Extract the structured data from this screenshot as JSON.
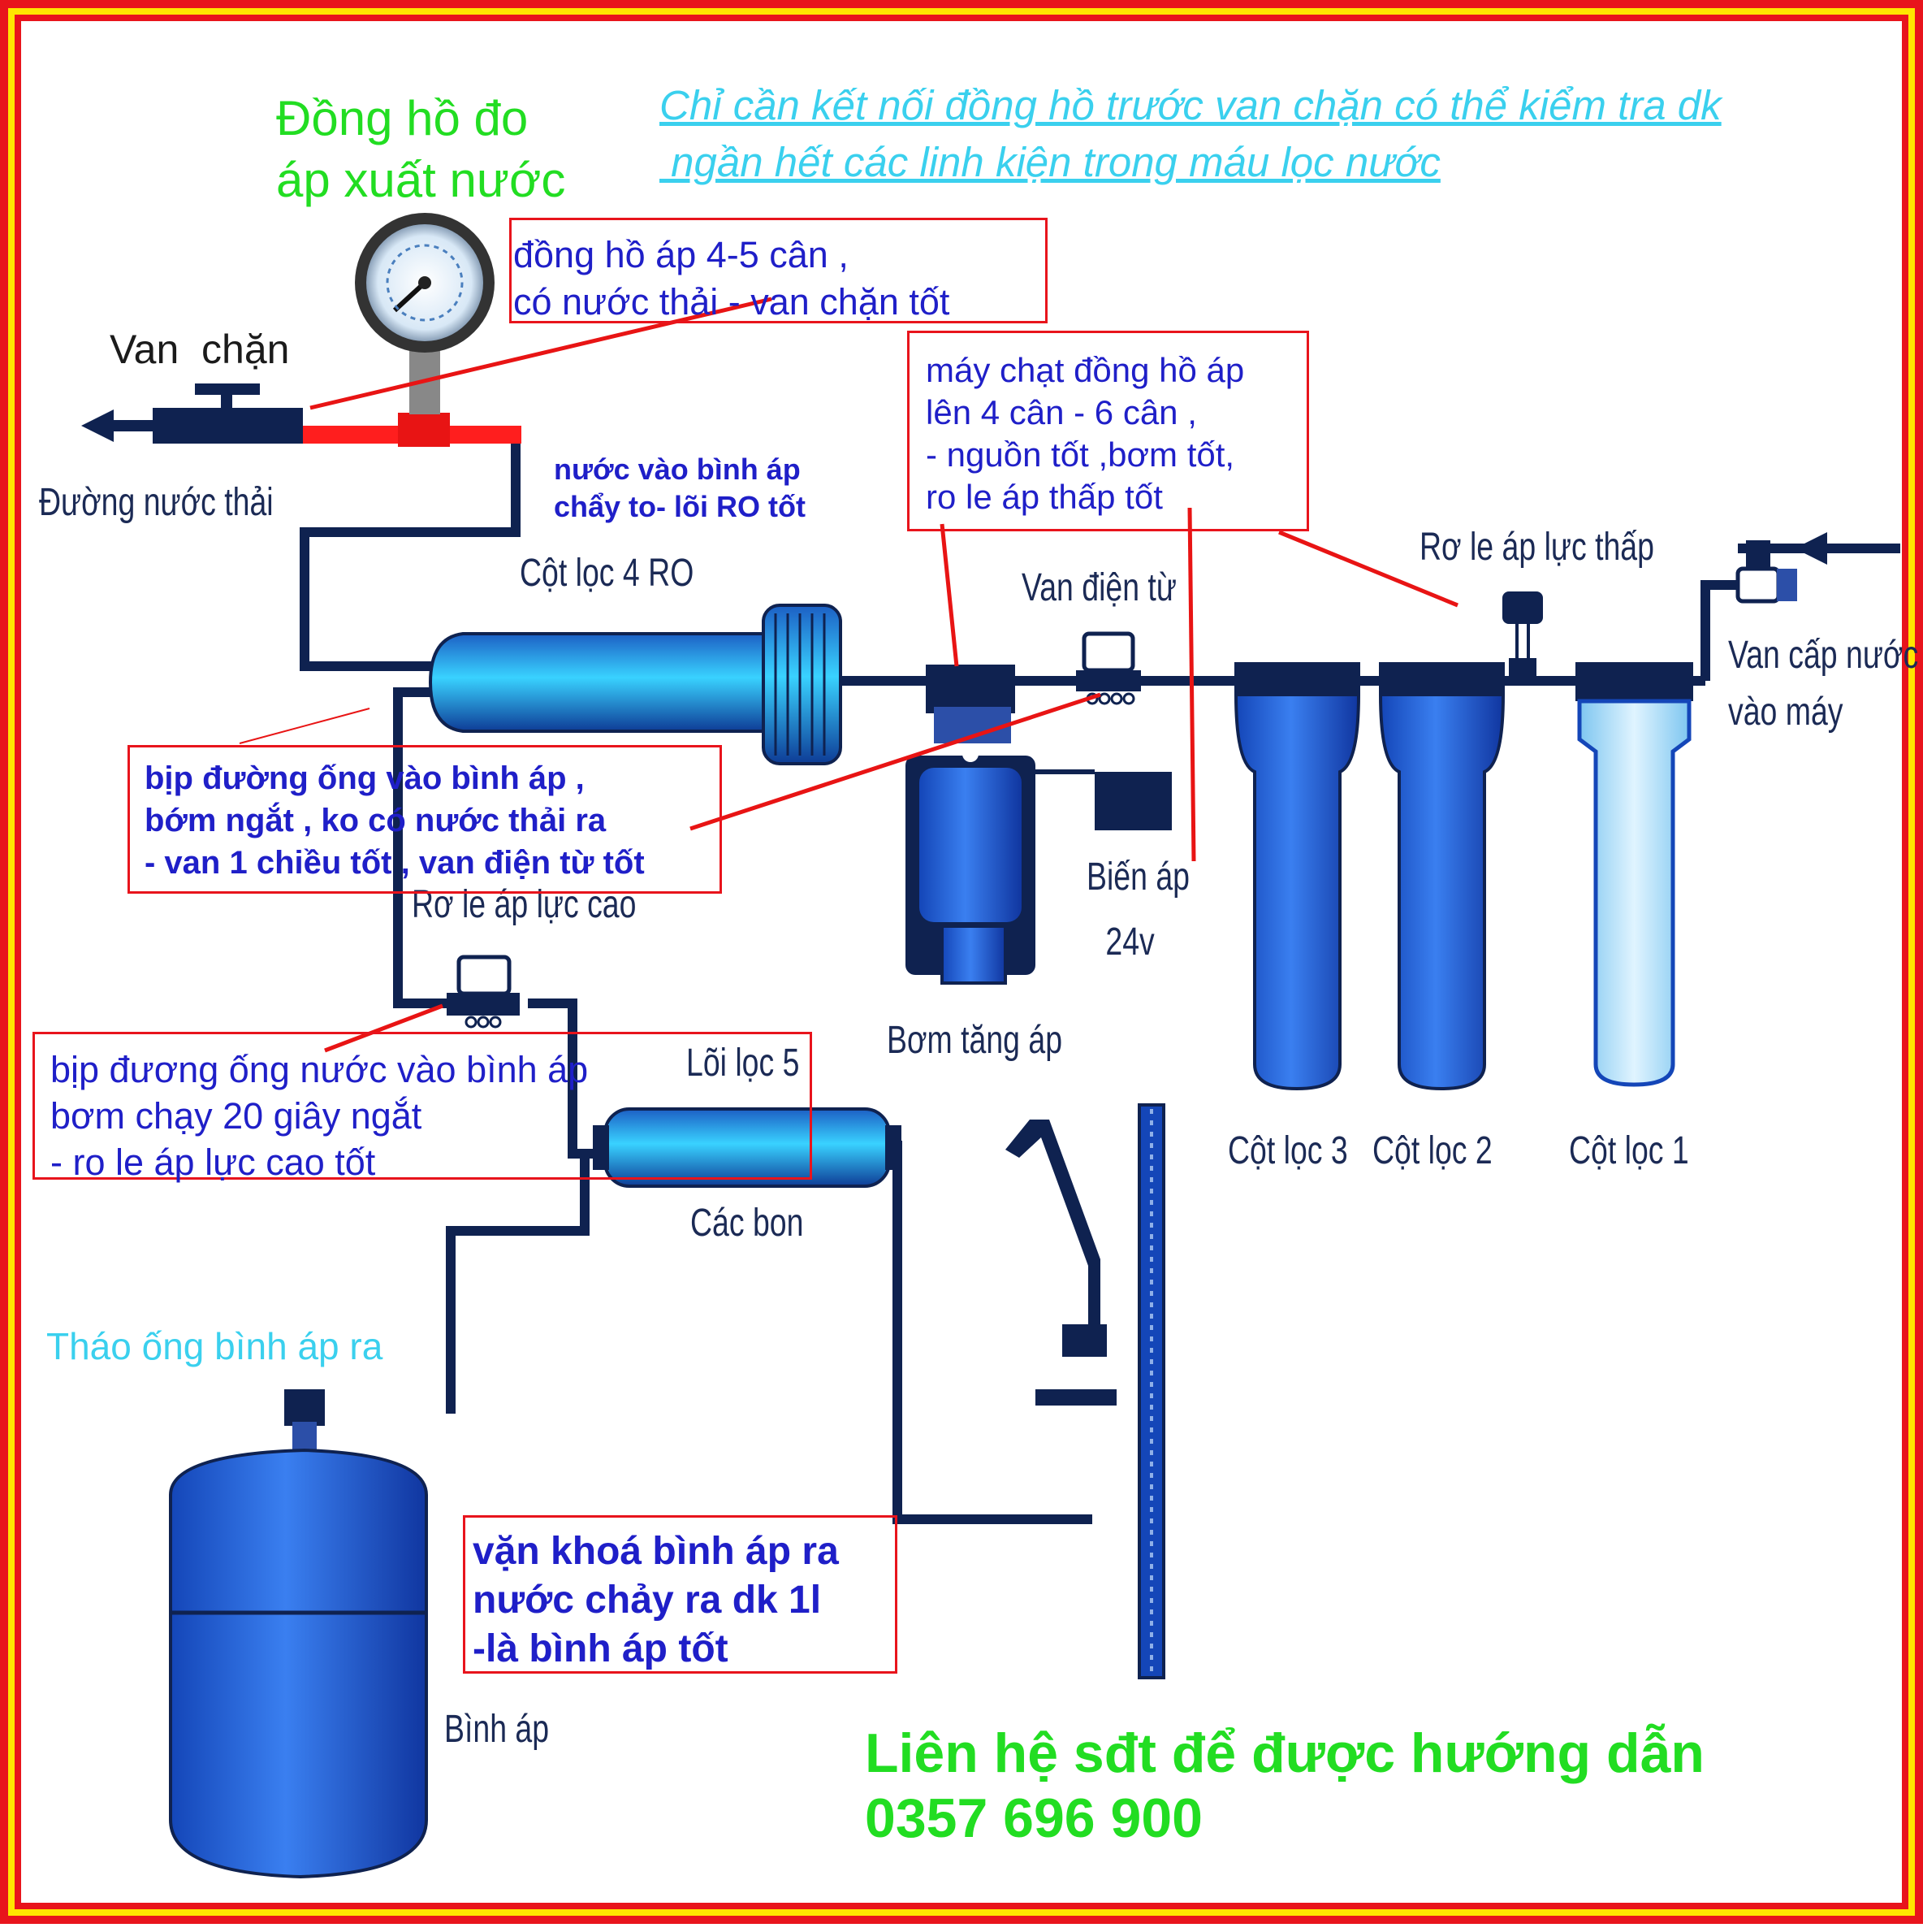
{
  "title_gauge": [
    "Đồng hồ đo",
    "áp xuất nước"
  ],
  "header_note": [
    "Chỉ cần kết nối đồng hồ trước van chặn có thể kiểm tra dk",
    " ngần hết các linh kiện trong máu lọc nước"
  ],
  "labels": {
    "van_chan": "Van  chặn",
    "duong_nuoc_thai": "Đường nước thải",
    "cot_loc_4": "Cột lọc 4 RO",
    "van_dien_tu": "Van điện từ",
    "ro_le_ap_luc_thap": "Rơ le áp lực thấp",
    "van_cap_nuoc": [
      "Van cấp nước",
      "vào máy"
    ],
    "bien_ap": [
      "Biến áp",
      "24v"
    ],
    "bom_tang_ap": "Bơm tăng áp",
    "ro_le_ap_luc_cao": "Rơ le áp lực cao",
    "loi_loc_5": "Lõi lọc 5",
    "cac_bon": "Các bon",
    "cot_loc_3": "Cột lọc 3",
    "cot_loc_2": "Cột lọc 2",
    "cot_loc_1": "Cột lọc 1",
    "binh_ap": "Bình áp"
  },
  "notes": {
    "gauge_box": [
      "đồng hồ áp 4-5 cân ,",
      "có nước thải - van chặn tốt"
    ],
    "tank_inflow": [
      "nước vào bình áp",
      "chẩy to- lõi RO tốt"
    ],
    "pump_box": [
      "máy chạt đồng hồ áp",
      "lên 4 cân - 6 cân ,",
      "- nguồn tốt ,bơm tốt,",
      "ro le áp thấp tốt"
    ],
    "pipe_box": [
      "bịp đường ống vào bình áp ,",
      "bớm ngắt , ko có nước thải ra",
      "- van 1 chiều tốt , van điện từ tốt"
    ],
    "high_relay_box": [
      "bịp đương ống nước vào bình áp",
      "bơm chạy 20 giây ngắt",
      "- ro le áp lực cao tốt"
    ],
    "remove_pipe": "Tháo ống bình áp ra",
    "tank_box": [
      "vặn khoá bình áp ra",
      "nước chảy ra dk 1l",
      "-là bình áp tốt"
    ]
  },
  "contact": [
    "Liên hệ sđt để được hướng dẫn",
    "0357 696 900"
  ],
  "colors": {
    "frame_red": "#e8141c",
    "frame_yellow": "#ffe600",
    "pipe": "#0f2250",
    "filter_blue": "#1f63d6",
    "accent_green": "#22dd22",
    "note_blue": "#1f1fc8",
    "header_cyan": "#3ad0ee"
  }
}
